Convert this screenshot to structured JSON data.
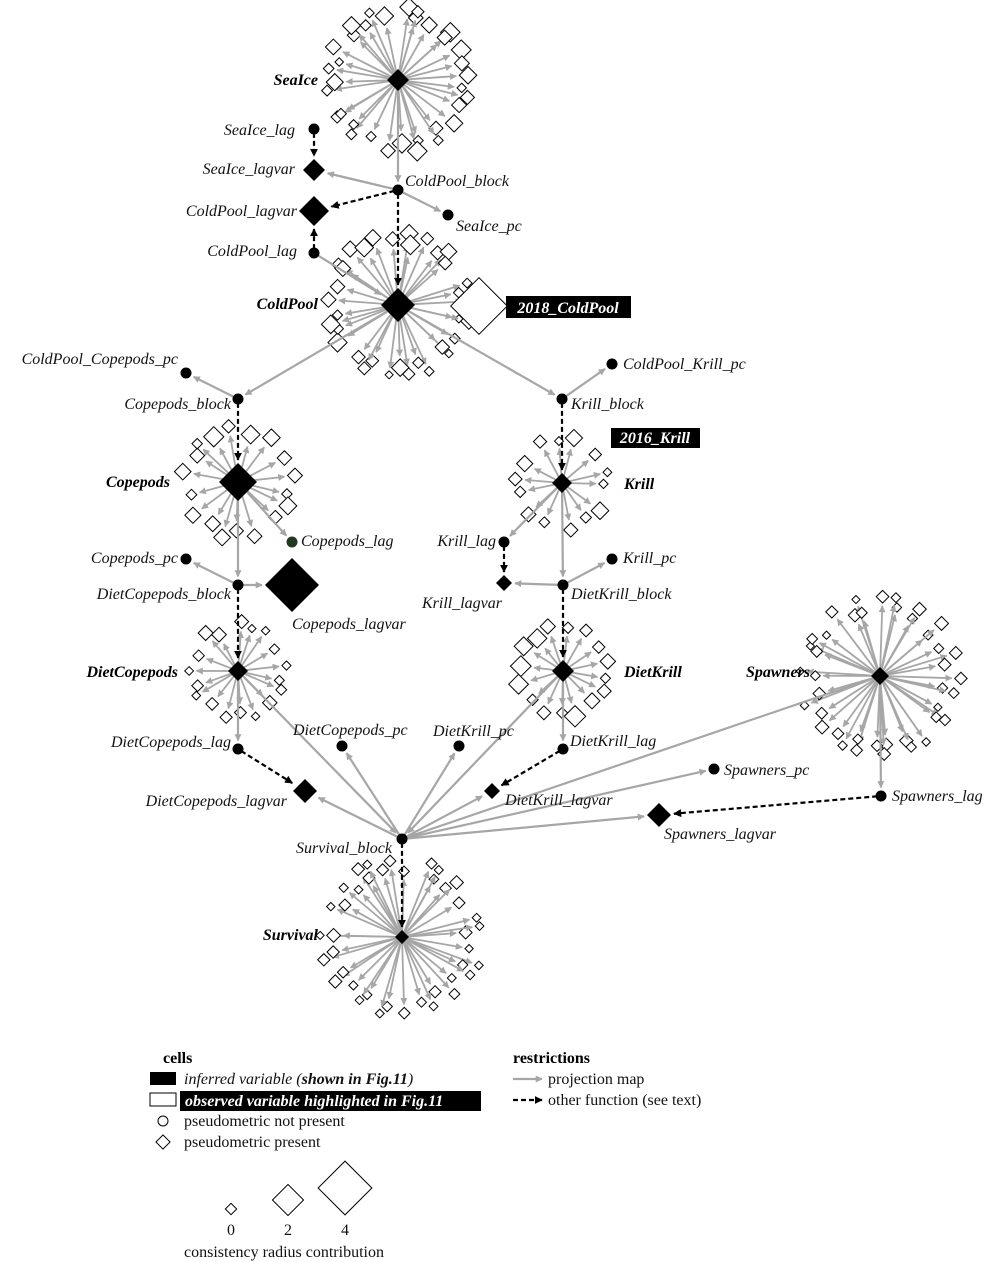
{
  "hubs": [
    {
      "id": "SeaIce",
      "label": "SeaIce"
    },
    {
      "id": "ColdPool",
      "label": "ColdPool"
    },
    {
      "id": "Copepods",
      "label": "Copepods"
    },
    {
      "id": "Krill",
      "label": "Krill"
    },
    {
      "id": "DietCopepods",
      "label": "DietCopepods"
    },
    {
      "id": "DietKrill",
      "label": "DietKrill"
    },
    {
      "id": "Spawners",
      "label": "Spawners"
    },
    {
      "id": "Survival",
      "label": "Survival"
    }
  ],
  "nodes": [
    {
      "id": "SeaIce_lag",
      "label": "SeaIce_lag",
      "kind": "circle"
    },
    {
      "id": "SeaIce_lagvar",
      "label": "SeaIce_lagvar",
      "kind": "diamond"
    },
    {
      "id": "ColdPool_block",
      "label": "ColdPool_block",
      "kind": "circle"
    },
    {
      "id": "SeaIce_pc",
      "label": "SeaIce_pc",
      "kind": "circle"
    },
    {
      "id": "ColdPool_lagvar",
      "label": "ColdPool_lagvar",
      "kind": "diamond"
    },
    {
      "id": "ColdPool_lag",
      "label": "ColdPool_lag",
      "kind": "circle"
    },
    {
      "id": "ColdPool_Copepods_pc",
      "label": "ColdPool_Copepods_pc",
      "kind": "circle"
    },
    {
      "id": "ColdPool_Krill_pc",
      "label": "ColdPool_Krill_pc",
      "kind": "circle"
    },
    {
      "id": "Copepods_block",
      "label": "Copepods_block",
      "kind": "circle"
    },
    {
      "id": "Krill_block",
      "label": "Krill_block",
      "kind": "circle"
    },
    {
      "id": "Copepods_lag",
      "label": "Copepods_lag",
      "kind": "circle"
    },
    {
      "id": "Copepods_lagvar",
      "label": "Copepods_lagvar",
      "kind": "diamond"
    },
    {
      "id": "Copepods_pc",
      "label": "Copepods_pc",
      "kind": "circle"
    },
    {
      "id": "DietCopepods_block",
      "label": "DietCopepods_block",
      "kind": "circle"
    },
    {
      "id": "Krill_lag",
      "label": "Krill_lag",
      "kind": "circle"
    },
    {
      "id": "Krill_lagvar",
      "label": "Krill_lagvar",
      "kind": "diamond"
    },
    {
      "id": "Krill_pc",
      "label": "Krill_pc",
      "kind": "circle"
    },
    {
      "id": "DietKrill_block",
      "label": "DietKrill_block",
      "kind": "circle"
    },
    {
      "id": "DietCopepods_pc",
      "label": "DietCopepods_pc",
      "kind": "circle"
    },
    {
      "id": "DietKrill_pc",
      "label": "DietKrill_pc",
      "kind": "circle"
    },
    {
      "id": "DietCopepods_lag",
      "label": "DietCopepods_lag",
      "kind": "circle"
    },
    {
      "id": "DietKrill_lag",
      "label": "DietKrill_lag",
      "kind": "circle"
    },
    {
      "id": "DietCopepods_lagvar",
      "label": "DietCopepods_lagvar",
      "kind": "diamond"
    },
    {
      "id": "DietKrill_lagvar",
      "label": "DietKrill_lagvar",
      "kind": "diamond"
    },
    {
      "id": "Spawners_pc",
      "label": "Spawners_pc",
      "kind": "circle"
    },
    {
      "id": "Spawners_lag",
      "label": "Spawners_lag",
      "kind": "circle"
    },
    {
      "id": "Spawners_lagvar",
      "label": "Spawners_lagvar",
      "kind": "diamond"
    },
    {
      "id": "Survival_block",
      "label": "Survival_block",
      "kind": "circle"
    }
  ],
  "highlights": [
    {
      "id": "tag_2018_ColdPool",
      "label": "2018_ColdPool"
    },
    {
      "id": "tag_2016_Krill",
      "label": "2016_Krill"
    }
  ],
  "edges": {
    "projection": [
      [
        "SeaIce",
        "ColdPool_block"
      ],
      [
        "ColdPool_block",
        "SeaIce_lagvar"
      ],
      [
        "ColdPool_block",
        "SeaIce_pc"
      ],
      [
        "ColdPool_lag",
        "ColdPool"
      ],
      [
        "ColdPool",
        "Copepods_block"
      ],
      [
        "ColdPool",
        "Krill_block"
      ],
      [
        "Copepods_block",
        "ColdPool_Copepods_pc"
      ],
      [
        "Krill_block",
        "ColdPool_Krill_pc"
      ],
      [
        "Copepods",
        "DietCopepods_block"
      ],
      [
        "Copepods",
        "Copepods_lag"
      ],
      [
        "DietCopepods_block",
        "Copepods_pc"
      ],
      [
        "DietCopepods_block",
        "Copepods_lagvar"
      ],
      [
        "Krill",
        "Krill_lag"
      ],
      [
        "Krill",
        "DietKrill_block"
      ],
      [
        "DietKrill_block",
        "Krill_pc"
      ],
      [
        "DietKrill_block",
        "Krill_lagvar"
      ],
      [
        "DietCopepods",
        "DietCopepods_lag"
      ],
      [
        "DietKrill",
        "DietKrill_lag"
      ],
      [
        "DietCopepods",
        "Survival_block"
      ],
      [
        "DietKrill",
        "Survival_block"
      ],
      [
        "Spawners",
        "Survival_block"
      ],
      [
        "Spawners",
        "Spawners_lag"
      ],
      [
        "Survival_block",
        "DietCopepods_pc"
      ],
      [
        "Survival_block",
        "DietKrill_pc"
      ],
      [
        "Survival_block",
        "Spawners_pc"
      ],
      [
        "Survival_block",
        "Spawners_lagvar"
      ],
      [
        "Survival_block",
        "DietCopepods_lagvar"
      ],
      [
        "Survival_block",
        "DietKrill_lagvar"
      ]
    ],
    "other": [
      [
        "SeaIce_lag",
        "SeaIce_lagvar"
      ],
      [
        "ColdPool_block",
        "ColdPool_lagvar"
      ],
      [
        "ColdPool_lag",
        "ColdPool_lagvar"
      ],
      [
        "ColdPool_block",
        "ColdPool"
      ],
      [
        "Copepods_block",
        "Copepods"
      ],
      [
        "Krill_block",
        "Krill"
      ],
      [
        "DietCopepods_block",
        "DietCopepods"
      ],
      [
        "DietKrill_block",
        "DietKrill"
      ],
      [
        "Krill_lag",
        "Krill_lagvar"
      ],
      [
        "DietCopepods_lag",
        "DietCopepods_lagvar"
      ],
      [
        "DietKrill_lag",
        "DietKrill_lagvar"
      ],
      [
        "Spawners_lag",
        "Spawners_lagvar"
      ],
      [
        "Survival_block",
        "Survival"
      ]
    ]
  },
  "colors": {
    "projection": "#a6a6a6",
    "other": "#000000",
    "node": "#000000",
    "lag_node_accent": "#1f3a1f",
    "highlight_bg": "#000000",
    "highlight_text": "#ffffff"
  },
  "legend": {
    "cells_title": "cells",
    "inferred_prefix": "inferred variable (",
    "inferred_bold": "shown in Fig.11",
    "inferred_suffix": ")",
    "observed": "observed variable highlighted in Fig.11",
    "pm_absent": "pseudometric not present",
    "pm_present": "pseudometric present",
    "restrictions_title": "restrictions",
    "projection_map": "projection map",
    "other_function": "other function (see text)",
    "scale_values": [
      "0",
      "2",
      "4"
    ],
    "scale_caption": "consistency radius contribution"
  }
}
